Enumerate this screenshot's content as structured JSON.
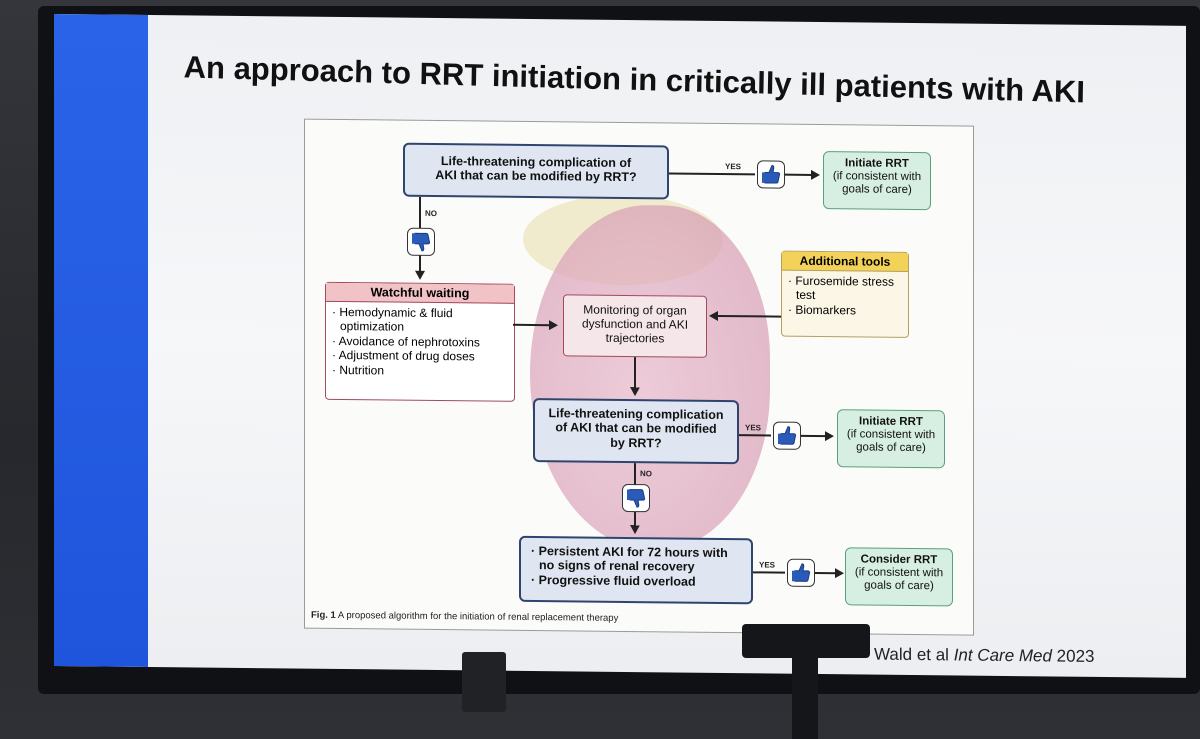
{
  "slide": {
    "title": "An approach to RRT initiation in critically ill patients with AKI",
    "citation_authors": "Wald et al ",
    "citation_journal": "Int Care Med",
    "citation_year": " 2023"
  },
  "flowchart": {
    "q1": {
      "line1": "Life-threatening complication of",
      "line2": "AKI that can be modified by RRT?"
    },
    "yes1": "YES",
    "no1": "NO",
    "outcome1": {
      "line1": "Initiate RRT",
      "line2": "(if consistent with",
      "line3": "goals of care)"
    },
    "tools": {
      "heading": "Additional tools",
      "items": [
        "· Furosemide stress",
        "  test",
        "· Biomarkers"
      ]
    },
    "watchful": {
      "heading": "Watchful waiting",
      "items": [
        "· Hemodynamic & fluid",
        "  optimization",
        "· Avoidance of nephrotoxins",
        "· Adjustment of drug doses",
        "· Nutrition"
      ]
    },
    "monitoring": {
      "line1": "Monitoring of organ",
      "line2": "dysfunction and AKI",
      "line3": "trajectories"
    },
    "q2": {
      "line1": "Life-threatening complication",
      "line2": "of AKI that can be modified",
      "line3": "by RRT?"
    },
    "yes2": "YES",
    "no2": "NO",
    "outcome2": {
      "line1": "Initiate RRT",
      "line2": "(if consistent with",
      "line3": "goals of care)"
    },
    "persistent": {
      "line1": "· Persistent AKI for 72 hours with",
      "line2": "  no signs of renal recovery",
      "line3": "· Progressive fluid overload"
    },
    "yes3": "YES",
    "outcome3": {
      "line1": "Consider RRT",
      "line2": "(if consistent with",
      "line3": "goals of care)"
    },
    "caption_label": "Fig. 1",
    "caption_text": " A proposed algorithm for the initiation of renal replacement therapy"
  },
  "colors": {
    "slide_accent": "#2a63e8",
    "decision_fill": "#dfe6f1",
    "outcome_fill": "#d6efe2",
    "watchful_header": "#f2c3c6",
    "tools_header": "#f3d25a"
  },
  "icons": [
    "thumbs-up-icon",
    "thumbs-down-icon"
  ]
}
